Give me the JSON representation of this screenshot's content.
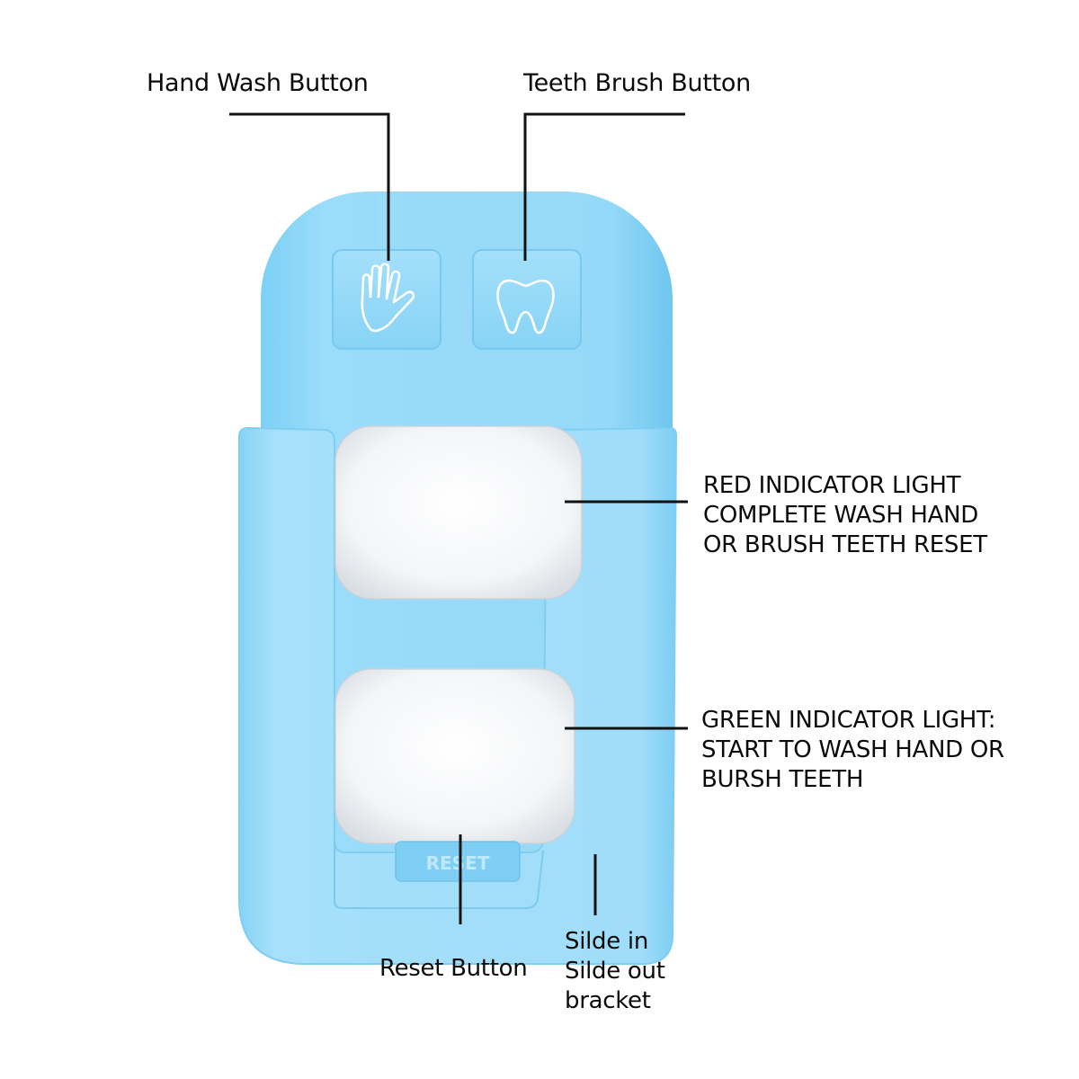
{
  "labels": {
    "hand_wash_button": "Hand  Wash Button",
    "teeth_brush_button": "Teeth Brush Button",
    "red_indicator": "RED INDICATOR LIGHT\nCOMPLETE WASH HAND\nOR BRUSH TEETH RESET",
    "green_indicator": "GREEN INDICATOR LIGHT:\nSTART TO WASH HAND OR\nBURSH TEETH",
    "reset_button": "Reset Button",
    "slide_bracket": "Silde in\nSilde out\nbracket"
  },
  "device": {
    "reset_key_text": "RESET",
    "icons": [
      "hand-icon",
      "tooth-icon"
    ]
  },
  "colors": {
    "body": "#8fd6f7",
    "body_shadow": "#6cc4ee",
    "bracket": "#9cdbf8",
    "button_face": "#f4f6f8",
    "leader_line": "#111111",
    "text": "#0a0a0a"
  }
}
